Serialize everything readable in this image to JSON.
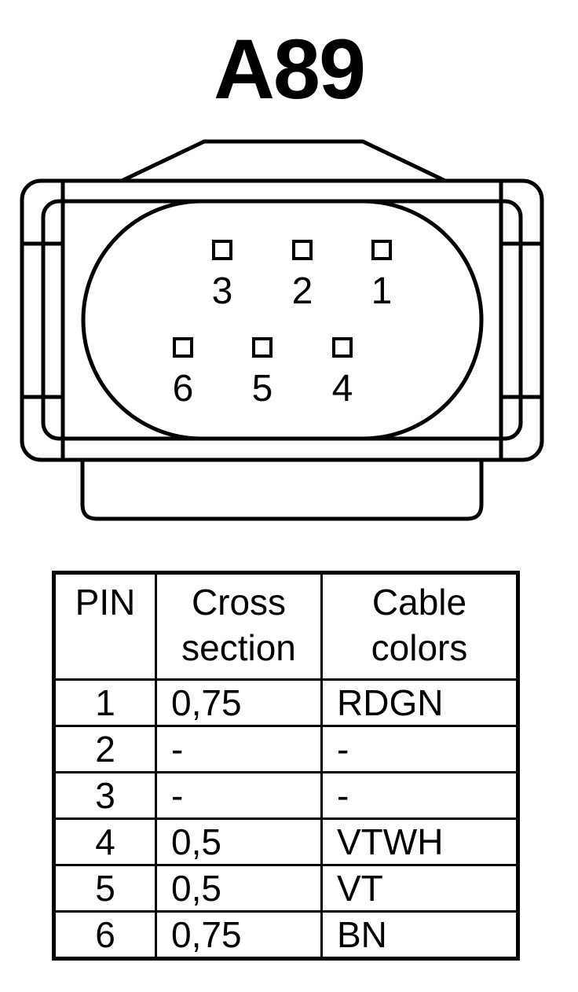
{
  "title": "A89",
  "connector": {
    "pins": [
      {
        "id": "1",
        "row": "top"
      },
      {
        "id": "2",
        "row": "top"
      },
      {
        "id": "3",
        "row": "top"
      },
      {
        "id": "4",
        "row": "bottom"
      },
      {
        "id": "5",
        "row": "bottom"
      },
      {
        "id": "6",
        "row": "bottom"
      }
    ]
  },
  "table": {
    "headers": [
      {
        "line1": "PIN",
        "line2": ""
      },
      {
        "line1": "Cross",
        "line2": "section"
      },
      {
        "line1": "Cable",
        "line2": "colors"
      }
    ],
    "rows": [
      {
        "pin": "1",
        "cross_section": "0,75",
        "color": "RDGN"
      },
      {
        "pin": "2",
        "cross_section": "-",
        "color": "-"
      },
      {
        "pin": "3",
        "cross_section": "-",
        "color": "-"
      },
      {
        "pin": "4",
        "cross_section": "0,5",
        "color": "VTWH"
      },
      {
        "pin": "5",
        "cross_section": "0,5",
        "color": "VT"
      },
      {
        "pin": "6",
        "cross_section": "0,75",
        "color": "BN"
      }
    ]
  }
}
